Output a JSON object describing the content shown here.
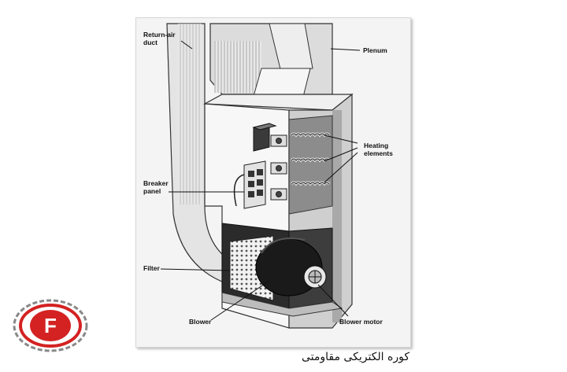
{
  "labels": {
    "return_air_duct": "Return-air\nduct",
    "plenum": "Plenum",
    "heating_elements": "Heating\nelements",
    "breaker_panel": "Breaker\npanel",
    "filter": "Filter",
    "blower": "Blower",
    "blower_motor": "Blower motor"
  },
  "caption": "کوره الکتریکی مقاومتی",
  "logo": {
    "letter": "F",
    "color": "#d42222"
  }
}
